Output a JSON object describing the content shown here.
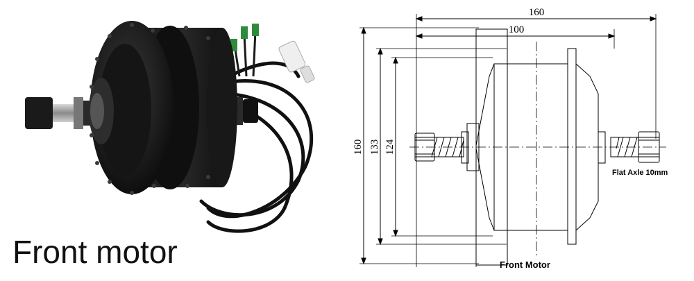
{
  "photo": {
    "caption": "Front motor"
  },
  "drawing": {
    "dimensions": {
      "overall_width": "160",
      "hub_width": "100",
      "outer_diameter": "160",
      "flange_diameter": "133",
      "body_diameter": "124"
    },
    "axle_note": "Flat Axle 10mm",
    "title": "Front Motor"
  }
}
